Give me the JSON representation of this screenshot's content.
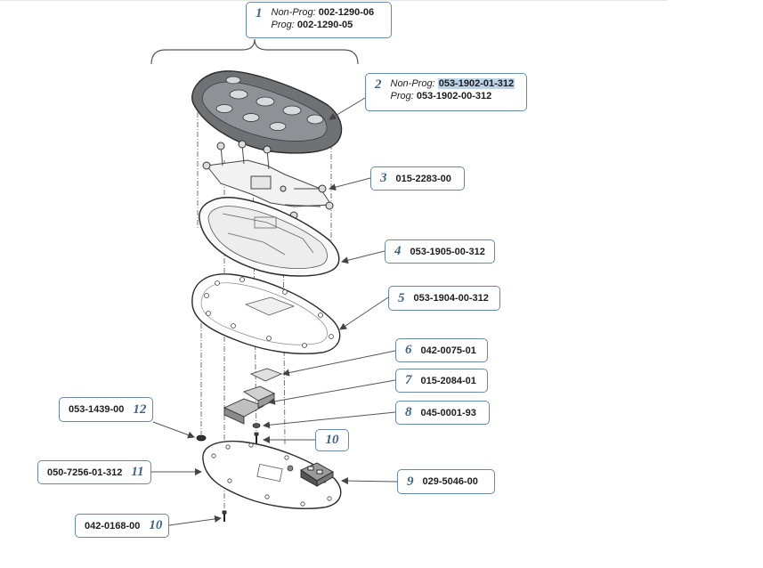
{
  "labels": {
    "non_prog": "Non-Prog:",
    "prog": "Prog:"
  },
  "callouts": [
    {
      "id": "c1",
      "num": "1",
      "non_prog_pn": "002-1290-06",
      "prog_pn": "002-1290-05"
    },
    {
      "id": "c2",
      "num": "2",
      "non_prog_pn": "053-1902-01-312",
      "prog_pn": "053-1902-00-312"
    },
    {
      "id": "c3",
      "num": "3",
      "pn": "015-2283-00"
    },
    {
      "id": "c4",
      "num": "4",
      "pn": "053-1905-00-312"
    },
    {
      "id": "c5",
      "num": "5",
      "pn": "053-1904-00-312"
    },
    {
      "id": "c6",
      "num": "6",
      "pn": "042-0075-01"
    },
    {
      "id": "c7",
      "num": "7",
      "pn": "015-2084-01"
    },
    {
      "id": "c8",
      "num": "8",
      "pn": "045-0001-93"
    },
    {
      "id": "c10a",
      "num": "10"
    },
    {
      "id": "c9",
      "num": "9",
      "pn": "029-5046-00"
    },
    {
      "id": "c12",
      "num": "12",
      "pn": "053-1439-00"
    },
    {
      "id": "c11",
      "num": "11",
      "pn": "050-7256-01-312"
    },
    {
      "id": "c10b",
      "num": "10",
      "pn": "042-0168-00"
    }
  ],
  "colors": {
    "callout_border": "#6a88a6",
    "callout_number": "#3e6487",
    "highlight": "#bcd2e8",
    "part_outline": "#333333",
    "bezel_fill": "#6f7275"
  }
}
